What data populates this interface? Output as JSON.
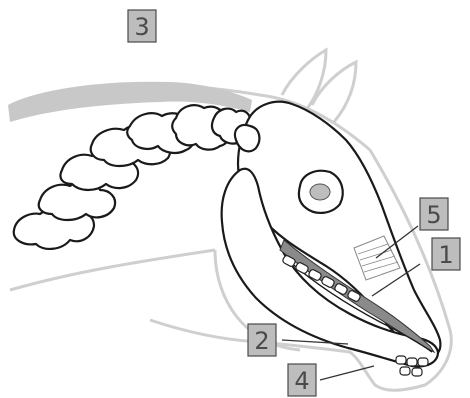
{
  "labels": {
    "l1": "1",
    "l2": "2",
    "l3": "3",
    "l4": "4",
    "l5": "5"
  },
  "colors": {
    "callout_fill": "#bdbdbd",
    "mane_gray": "#c8c8c8",
    "gum_gray": "#8a8a8a",
    "halo_gray": "#cfcfcf",
    "outline": "#1a1a1a"
  },
  "icons": [
    "horse-head-anatomy-illustration"
  ]
}
